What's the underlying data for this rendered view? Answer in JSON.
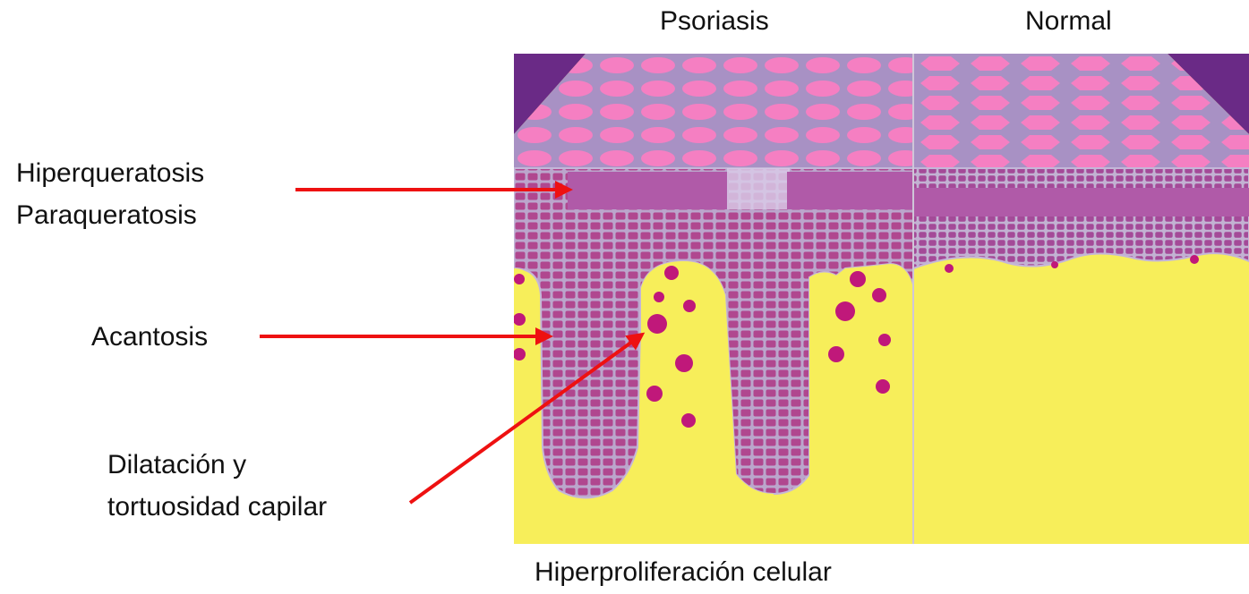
{
  "headers": {
    "psoriasis": "Psoriasis",
    "normal": "Normal"
  },
  "labels": {
    "hiperqueratosis": "Hiperqueratosis",
    "paraqueratosis": "Paraqueratosis",
    "acantosis": "Acantosis",
    "dilatacion_line1": "Dilatación y",
    "dilatacion_line2": "tortuosidad capilar"
  },
  "caption": "Hiperproliferación celular",
  "colors": {
    "stratum_corneum": "#f07ec0",
    "cell_walls": "#b4a3c8",
    "parakeratosis_band": "#b05aa8",
    "dermis": "#f7ee5a",
    "corner_dark": "#6a2a86",
    "capillary": "#c0187a",
    "arrow": "#ee1111"
  }
}
